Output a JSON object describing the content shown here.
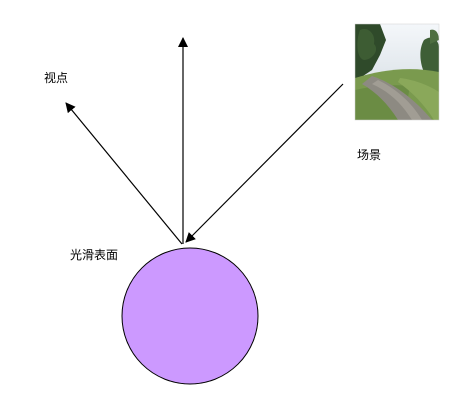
{
  "labels": {
    "viewpoint": "视点",
    "scene": "场景",
    "smooth_surface": "光滑表面"
  },
  "icons": {
    "scene_image": "landscape-photo-icon"
  },
  "colors": {
    "sphere_fill": "#cc99ff",
    "sphere_stroke": "#000000",
    "arrow": "#000000"
  }
}
